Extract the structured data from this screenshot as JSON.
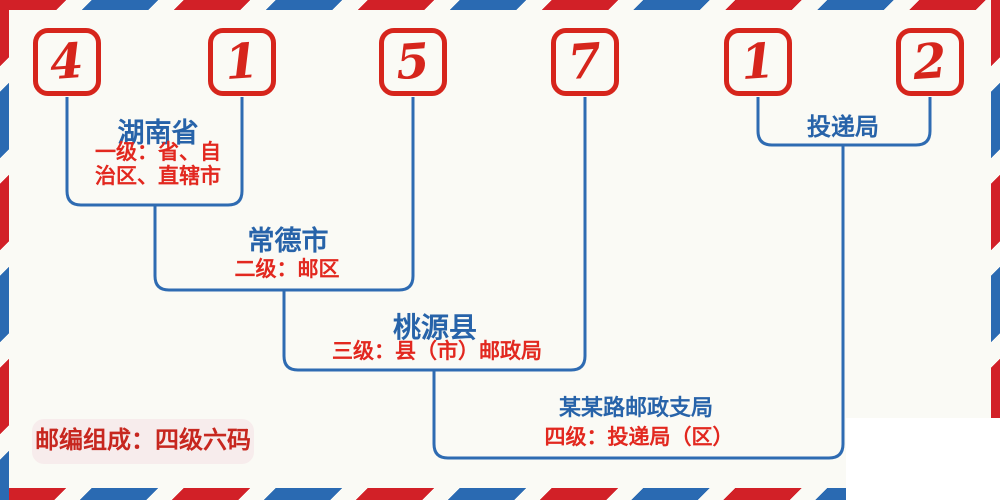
{
  "diagram": {
    "postal_code": "415712",
    "digits": [
      "4",
      "1",
      "5",
      "7",
      "1",
      "2"
    ],
    "levels": [
      {
        "region": "湖南省",
        "note_line1": "一级：省、自",
        "note_line2": "治区、直辖市"
      },
      {
        "region": "常德市",
        "note": "二级：邮区"
      },
      {
        "region": "桃源县",
        "note": "三级：县（市）邮政局"
      },
      {
        "region": "某某路邮政支局",
        "note": "四级：投递局（区）"
      },
      {
        "region": "投递局"
      }
    ],
    "footer_badge": "邮编组成：四级六码",
    "colors": {
      "stripe_red": "#d22027",
      "stripe_blue": "#2a6ab2",
      "line_blue": "#2e6bb2",
      "region_blue": "#2763a9",
      "note_red": "#e2281f",
      "digit_red": "#d6251c",
      "badge_bg": "#f7ecec",
      "badge_text": "#c7271f",
      "background": "#fafaf5"
    }
  }
}
